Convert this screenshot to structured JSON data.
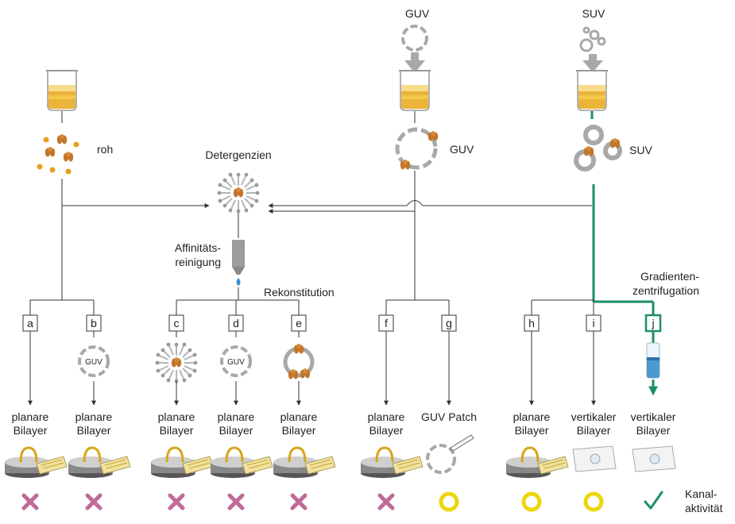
{
  "labels": {
    "guv_top": "GUV",
    "suv_top": "SUV",
    "roh": "roh",
    "detergenzien": "Detergenzien",
    "guv_mid": "GUV",
    "suv_mid": "SUV",
    "affinitaet_1": "Affinitäts-",
    "affinitaet_2": "reinigung",
    "rekonstitution": "Rekonstitution",
    "gradient_1": "Gradienten-",
    "gradient_2": "zentrifugation",
    "kanal_1": "Kanal-",
    "kanal_2": "aktivität",
    "guv_inner": "GUV"
  },
  "columns": [
    {
      "letter": "a",
      "result_1": "planare",
      "result_2": "Bilayer",
      "outcome": "negative",
      "setup": "planar"
    },
    {
      "letter": "b",
      "result_1": "planare",
      "result_2": "Bilayer",
      "outcome": "negative",
      "setup": "planar",
      "vesicle": "guv"
    },
    {
      "letter": "c",
      "result_1": "planare",
      "result_2": "Bilayer",
      "outcome": "negative",
      "setup": "planar",
      "vesicle": "micelle"
    },
    {
      "letter": "d",
      "result_1": "planare",
      "result_2": "Bilayer",
      "outcome": "negative",
      "setup": "planar",
      "vesicle": "guv"
    },
    {
      "letter": "e",
      "result_1": "planare",
      "result_2": "Bilayer",
      "outcome": "negative",
      "setup": "planar",
      "vesicle": "proteo"
    },
    {
      "letter": "f",
      "result_1": "planare",
      "result_2": "Bilayer",
      "outcome": "negative",
      "setup": "planar"
    },
    {
      "letter": "g",
      "result_1": "GUV Patch",
      "result_2": "",
      "outcome": "partial",
      "setup": "patch"
    },
    {
      "letter": "h",
      "result_1": "planare",
      "result_2": "Bilayer",
      "outcome": "partial",
      "setup": "planar"
    },
    {
      "letter": "i",
      "result_1": "vertikaler",
      "result_2": "Bilayer",
      "outcome": "partial",
      "setup": "vertical"
    },
    {
      "letter": "j",
      "result_1": "vertikaler",
      "result_2": "Bilayer",
      "outcome": "positive",
      "setup": "vertical",
      "vesicle": "tube"
    }
  ],
  "colors": {
    "line": "#333333",
    "grey": "#a8a8a8",
    "green": "#1a8f6a",
    "cross": "#c06a9a",
    "ring": "#ecd60f",
    "orange": "#e6a01e",
    "protein": "#c2762b"
  }
}
